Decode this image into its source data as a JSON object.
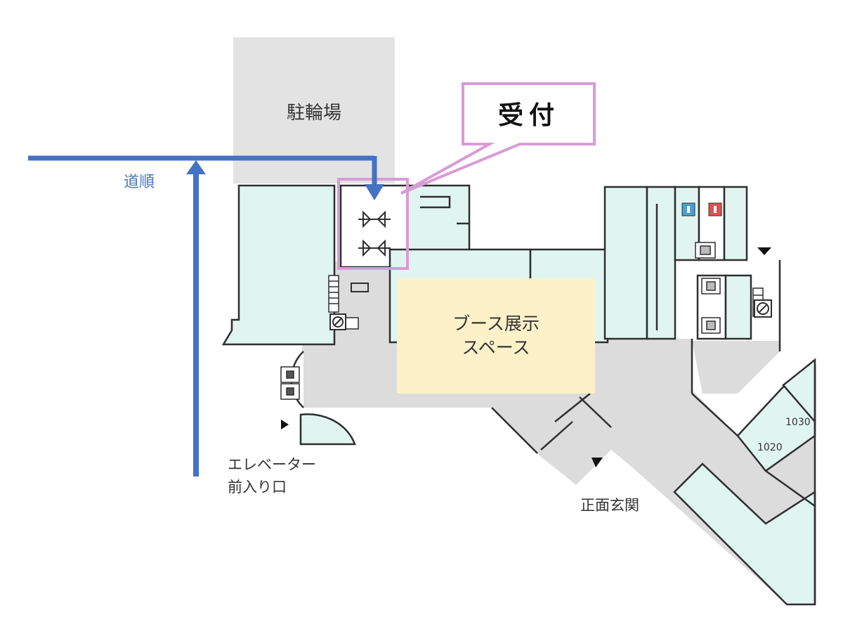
{
  "map": {
    "parking_label": "駐輪場",
    "route_label": "道順",
    "reception_label": "受付",
    "booth_label": "ブース展示\nスペース",
    "elevator_entrance_label": "エレベーター\n前入り口",
    "main_entrance_label": "正面玄関",
    "rooms": {
      "r1030": "1030",
      "r1020": "1020"
    }
  },
  "colors": {
    "route": "#4472c4",
    "route_label": "#4a78c2",
    "callout": "#d99bd6",
    "room_fill": "#e1f5f0",
    "corridor_fill": "#dcdcdc",
    "parking_fill": "#e3e3e3",
    "booth_fill": "#fdf1c9",
    "wall": "#2f2f2f"
  },
  "icons": [
    "restroom-icon",
    "elevator-icon",
    "stairs-icon",
    "accessible-toilet-icon",
    "direction-arrow-icon"
  ]
}
